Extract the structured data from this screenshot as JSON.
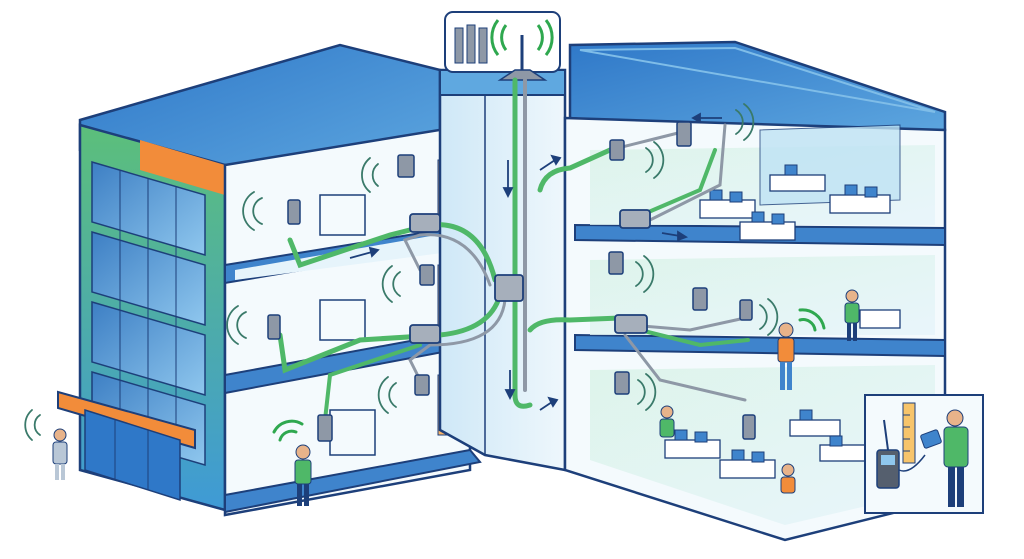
{
  "diagram": {
    "subject": "",
    "palette": {
      "roof": "#2f78c8",
      "roof_light": "#5fa8e0",
      "outline": "#1d3f7a",
      "glass": "#8fc7ee",
      "facade_green": "#5cbf7a",
      "facade_orange": "#f28c3a",
      "cable_green": "#4fb868",
      "cable_gray": "#8e98a6",
      "floor_tint": "#e6f4fb",
      "office_tint": "#d8f3e6",
      "signal_wave": "#3a7a6a",
      "signal_green": "#2fa84f",
      "person_skin": "#e8b38a"
    },
    "elements": {
      "donor_antenna": {
        "kind": "rooftop-antenna"
      },
      "panel_antenna": {
        "kind": "rooftop-panel"
      },
      "riser_shaft": {
        "kind": "vertical-riser"
      },
      "main_splitter": {
        "kind": "splitter"
      },
      "floor_splitters": [
        {
          "floor": "upper-left"
        },
        {
          "floor": "middle-left"
        },
        {
          "floor": "upper-right"
        },
        {
          "floor": "middle-right"
        }
      ],
      "indoor_antennas": 12,
      "people": 6,
      "test_inset": {
        "kind": "signal-test-inset"
      }
    }
  }
}
